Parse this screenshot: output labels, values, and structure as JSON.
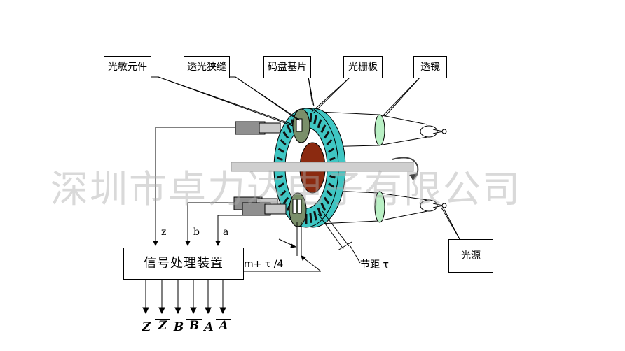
{
  "callouts": {
    "photo_element": "光敏元件",
    "slit": "透光狭缝",
    "code_disc": "码盘基片",
    "grating": "光栅板",
    "lens": "透镜",
    "light_source": "光源"
  },
  "processor_label": "信号处理装置",
  "input_labels": {
    "z": "z",
    "b": "b",
    "a": "a"
  },
  "outputs": [
    "Z",
    "Z",
    "B",
    "B",
    "A",
    "A"
  ],
  "outputs_overlined": [
    false,
    true,
    false,
    true,
    false,
    true
  ],
  "phase_label": "m+ τ /4",
  "pitch_label": "节距 τ",
  "watermark": "深圳市卓力达电子有限公司",
  "colors": {
    "disc": "#3fc6c3",
    "slots": "#111111",
    "hub": "#8b2a10",
    "lens": "#b9f0c4",
    "grating": "#7a8f6a"
  }
}
